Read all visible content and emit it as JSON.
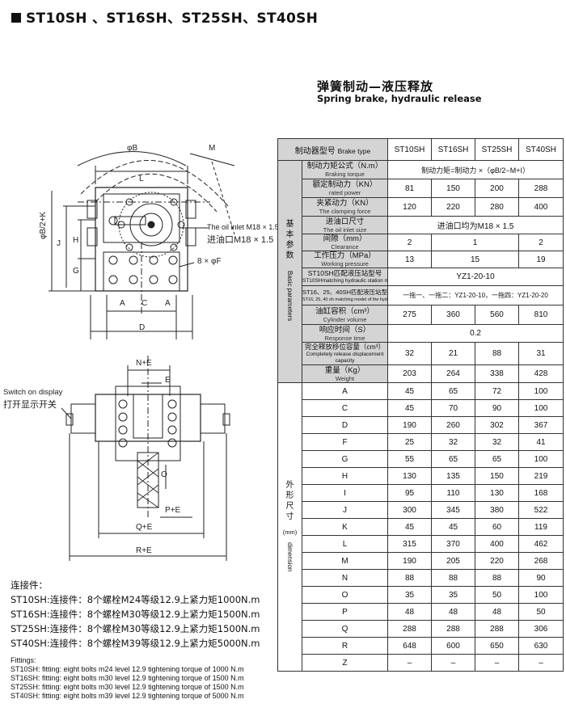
{
  "header": {
    "title": "ST10SH 、ST16SH、ST25SH、ST40SH"
  },
  "section": {
    "title_cn": "弹簧制动—液压释放",
    "title_en": "Spring brake, hydraulic release"
  },
  "drawing": {
    "top_labels": {
      "phiB": "φB",
      "M": "M",
      "L": "L",
      "phiB2K": "φB/2+K",
      "J": "J",
      "H": "H",
      "G": "G",
      "A1": "A",
      "C": "C",
      "A2": "A",
      "D": "D",
      "bolts": "8 × φF",
      "oil_inlet_en": "The oil inlet M18 × 1.5",
      "oil_inlet_cn": "进油口M18 × 1.5"
    },
    "bottom_labels": {
      "NE": "N+E",
      "E": "E",
      "O": "O",
      "PE": "P+E",
      "QE": "Q+E",
      "RE": "R+E",
      "switch_en": "Switch on display",
      "switch_cn": "打开显示开关"
    }
  },
  "table": {
    "model_header": {
      "cn": "制动器型号",
      "en": "Brake type"
    },
    "models": [
      "ST10SH",
      "ST16SH",
      "ST25SH",
      "ST40SH"
    ],
    "basic_group": {
      "cn": "基本参数",
      "en": "Basic parameters"
    },
    "dim_group": {
      "cn": "外形尺寸",
      "unit": "(mm)",
      "en": "dimension"
    },
    "torque": {
      "cn": "制动力矩公式（N.m）",
      "en": "Braking torque",
      "formula": "制动力矩=制动力 ×（φB/2−M+I）"
    },
    "rated_power": {
      "cn": "额定制动力（KN）",
      "en": "rated power",
      "values": [
        "81",
        "150",
        "200",
        "288"
      ]
    },
    "clamping": {
      "cn": "夹紧动力（KN）",
      "en": "The clamping force",
      "values": [
        "120",
        "220",
        "280",
        "400"
      ]
    },
    "oil_inlet": {
      "cn": "进油口尺寸",
      "en": "The oil inlet size",
      "value": "进油口均为M18 × 1.5"
    },
    "clearance": {
      "cn": "间隙（mm）",
      "en": "Clearance",
      "v1": "2",
      "v23": "1",
      "v4": "2"
    },
    "pressure": {
      "cn": "工作压力（MPa）",
      "en": "Working pressure",
      "v1": "13",
      "v23": "15",
      "v4": "19"
    },
    "st10_station": {
      "cn": "ST10SH匹配液压站型号",
      "en": "ST10SHmatching hydraulic station model",
      "value": "YZ1-20-10"
    },
    "st_other_station": {
      "cn": "ST16、25、40SH匹配液压站型号",
      "en": "ST16, 25, 40 sh matching model of the hydraulic station model",
      "value": "一拖一、一拖二：YZ1-20-10，一拖四：YZ1-20-20"
    },
    "cylinder": {
      "cn": "油缸容积（cm³）",
      "en": "Cylinder volume",
      "values": [
        "275",
        "360",
        "560",
        "810"
      ]
    },
    "response": {
      "cn": "响应时间（S）",
      "en": "Response time",
      "value": "0.2"
    },
    "displacement": {
      "cn": "完全释放移位容量（cm³）",
      "en": "Completely release displacement capacity",
      "values": [
        "32",
        "21",
        "88",
        "31"
      ]
    },
    "weight": {
      "cn": "重量（Kg）",
      "en": "Weight",
      "values": [
        "203",
        "264",
        "338",
        "428"
      ]
    },
    "dimensions": [
      {
        "label": "A",
        "values": [
          "45",
          "65",
          "72",
          "100"
        ]
      },
      {
        "label": "C",
        "values": [
          "45",
          "70",
          "90",
          "100"
        ]
      },
      {
        "label": "D",
        "values": [
          "190",
          "260",
          "302",
          "367"
        ]
      },
      {
        "label": "F",
        "values": [
          "25",
          "32",
          "32",
          "41"
        ]
      },
      {
        "label": "G",
        "values": [
          "55",
          "65",
          "65",
          "100"
        ]
      },
      {
        "label": "H",
        "values": [
          "130",
          "135",
          "150",
          "219"
        ]
      },
      {
        "label": "I",
        "values": [
          "95",
          "110",
          "130",
          "168"
        ]
      },
      {
        "label": "J",
        "values": [
          "300",
          "345",
          "380",
          "522"
        ]
      },
      {
        "label": "K",
        "values": [
          "45",
          "45",
          "60",
          "119"
        ]
      },
      {
        "label": "L",
        "values": [
          "315",
          "370",
          "400",
          "462"
        ]
      },
      {
        "label": "M",
        "values": [
          "190",
          "205",
          "220",
          "268"
        ]
      },
      {
        "label": "N",
        "values": [
          "88",
          "88",
          "88",
          "90"
        ]
      },
      {
        "label": "O",
        "values": [
          "35",
          "35",
          "50",
          "100"
        ]
      },
      {
        "label": "P",
        "values": [
          "48",
          "48",
          "48",
          "50"
        ]
      },
      {
        "label": "Q",
        "values": [
          "288",
          "288",
          "288",
          "306"
        ]
      },
      {
        "label": "R",
        "values": [
          "648",
          "600",
          "650",
          "630"
        ]
      },
      {
        "label": "Z",
        "values": [
          "–",
          "–",
          "–",
          "–"
        ]
      }
    ]
  },
  "fittings_cn": {
    "heading": "连接件：",
    "lines": [
      "ST10SH:连接件：8个螺栓M24等级12.9上紧力矩1000N.m",
      "ST16SH:连接件：8个螺栓M30等级12.9上紧力矩1500N.m",
      "ST25SH:连接件：8个螺栓M30等级12.9上紧力矩1500N.m",
      "ST40SH:连接件：8个螺栓M39等级12.9上紧力矩5000N.m"
    ]
  },
  "fittings_en": {
    "heading": "Fittings:",
    "lines": [
      "ST10SH: fitting: eight bolts m24 level 12.9 tightening torque of 1000 N.m",
      "ST16SH: fitting: eight bolts m30 level 12.9 tightening torque of 1500 N.m",
      "ST25SH: fitting: eight bolts m30 level 12.9 tightening torque of 1500 N.m",
      "ST40SH: fitting: eight bolts m39 level 12.9 tightening torque of 5000 N.m"
    ]
  }
}
